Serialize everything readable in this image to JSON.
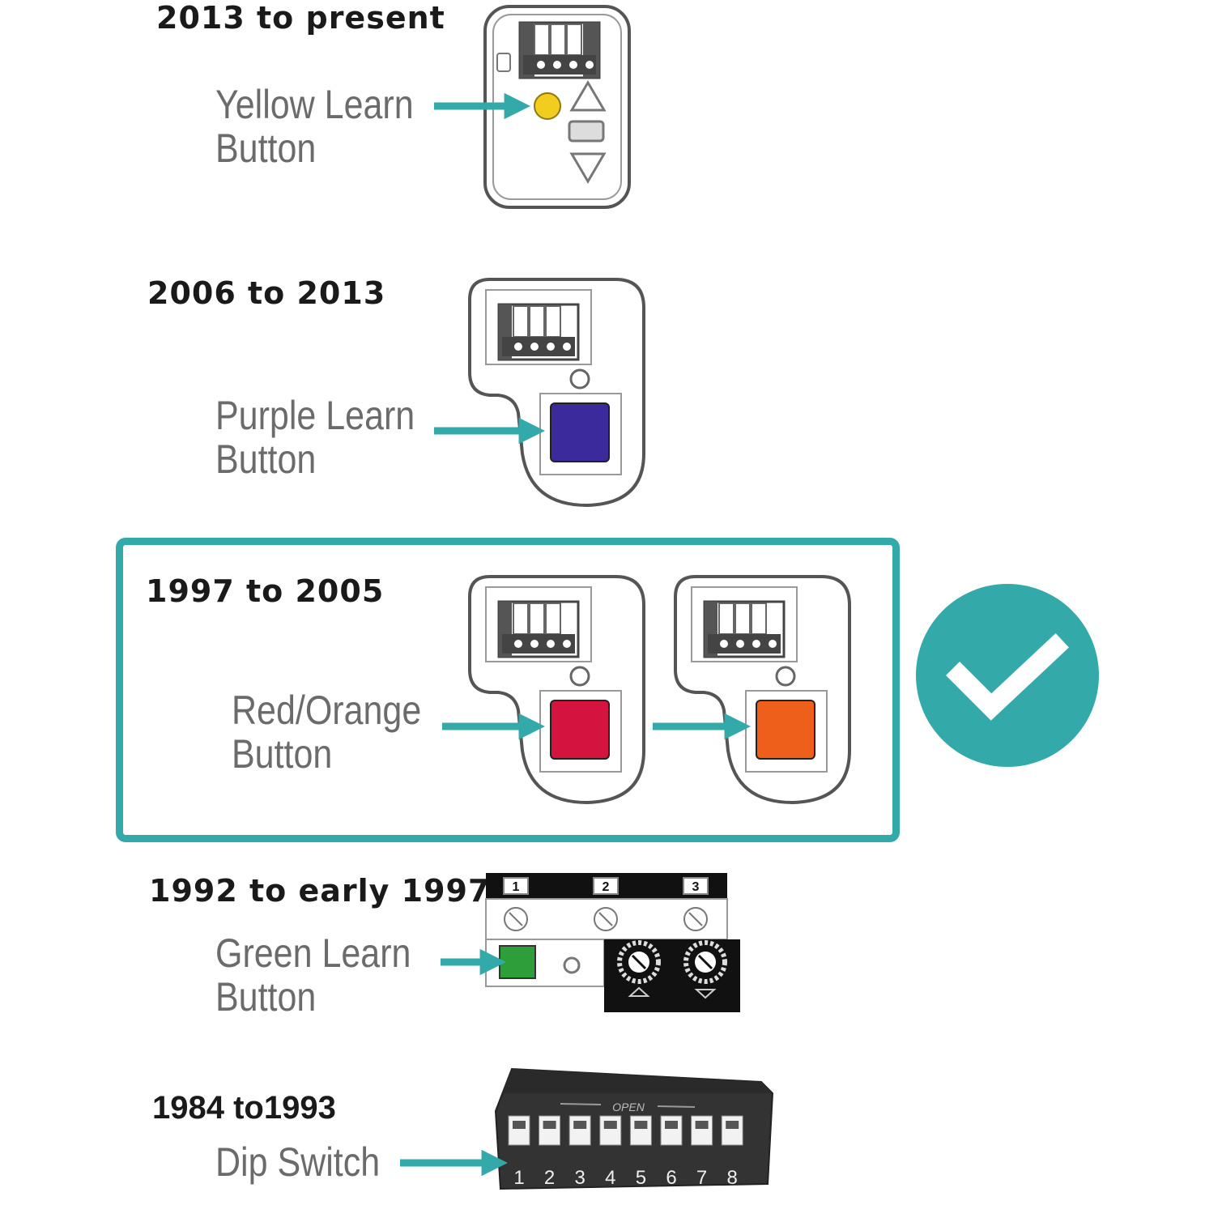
{
  "accent_color": "#33aaa9",
  "sections": [
    {
      "year": "2013 to present",
      "label_line1": "Yellow Learn",
      "label_line2": "Button",
      "button_color": "#f2cc1f"
    },
    {
      "year": "2006 to 2013",
      "label_line1": "Purple Learn",
      "label_line2": "Button",
      "button_color": "#3b2a9b"
    },
    {
      "year": "1997 to 2005",
      "label_line1": "Red/Orange",
      "label_line2": "Button",
      "button_color": "#d4143f",
      "button_color_2": "#ef5f1c",
      "selected": true
    },
    {
      "year": "1992 to early 1997",
      "label_line1": "Green Learn",
      "label_line2": "Button",
      "button_color": "#2e9e3a",
      "dial_labels": [
        "1",
        "2",
        "3"
      ]
    },
    {
      "year": "1984 to1993",
      "label_line1": "Dip Switch",
      "label_line2": "",
      "switch_header": "OPEN",
      "switch_numbers": [
        "1",
        "2",
        "3",
        "4",
        "5",
        "6",
        "7",
        "8"
      ]
    }
  ]
}
